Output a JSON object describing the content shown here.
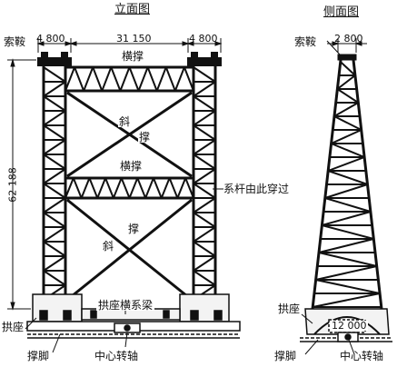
{
  "titles": {
    "front": "立面图",
    "side": "侧面图"
  },
  "front_view": {
    "saddle": "索鞍",
    "dim_left_top": "4 800",
    "dim_mid_top": "31 150",
    "dim_right_top": "4 800",
    "height": "62 188",
    "horizontal_brace_top": "横撑",
    "diagonal_brace_1": "斜",
    "diagonal_brace_1b": "撑",
    "horizontal_brace_mid": "横撑",
    "tie_rod_note": "系杆由此穿过",
    "diagonal_brace_2": "斜",
    "diagonal_brace_2b": "撑",
    "arch_seat_beam": "拱座横系梁",
    "arch_seat": "拱座",
    "support_leg": "撑脚",
    "center_axis": "中心转轴"
  },
  "side_view": {
    "saddle": "索鞍",
    "dim_top": "2 800",
    "arch_seat": "拱座",
    "base_width": "12 000",
    "support_leg": "撑脚",
    "center_axis": "中心转轴"
  }
}
